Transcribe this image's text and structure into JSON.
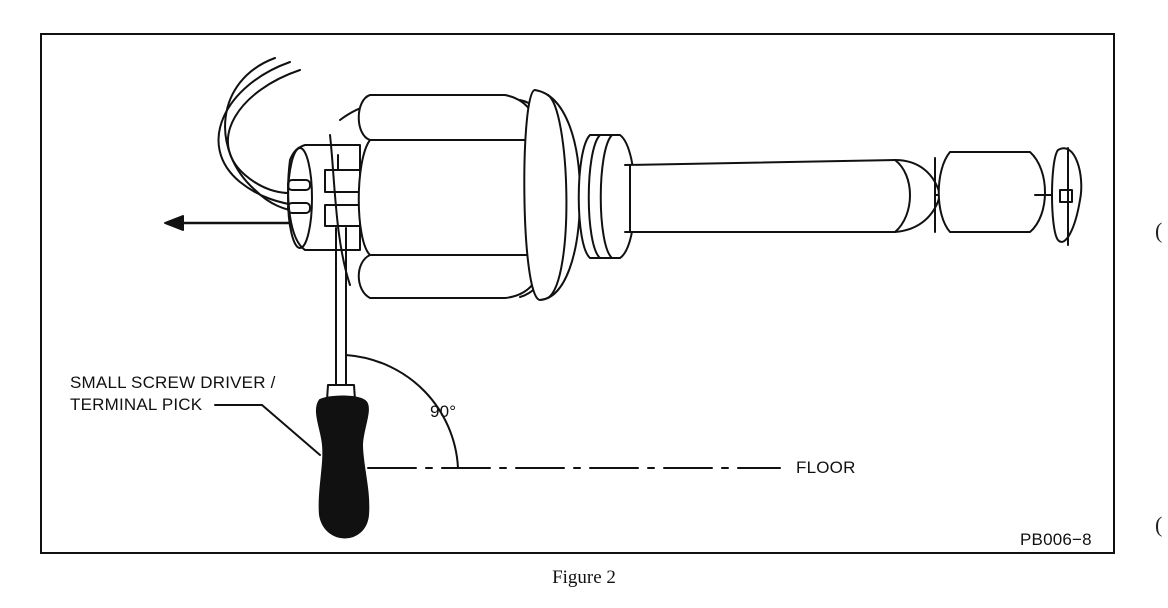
{
  "tool_label_line1": "SMALL SCREW DRIVER /",
  "tool_label_line2": "TERMINAL PICK",
  "angle_label": "90°",
  "floor_label": "FLOOR",
  "part_code": "PB006−8",
  "caption": "Figure 2",
  "margin_marks": [
    "(",
    "("
  ]
}
